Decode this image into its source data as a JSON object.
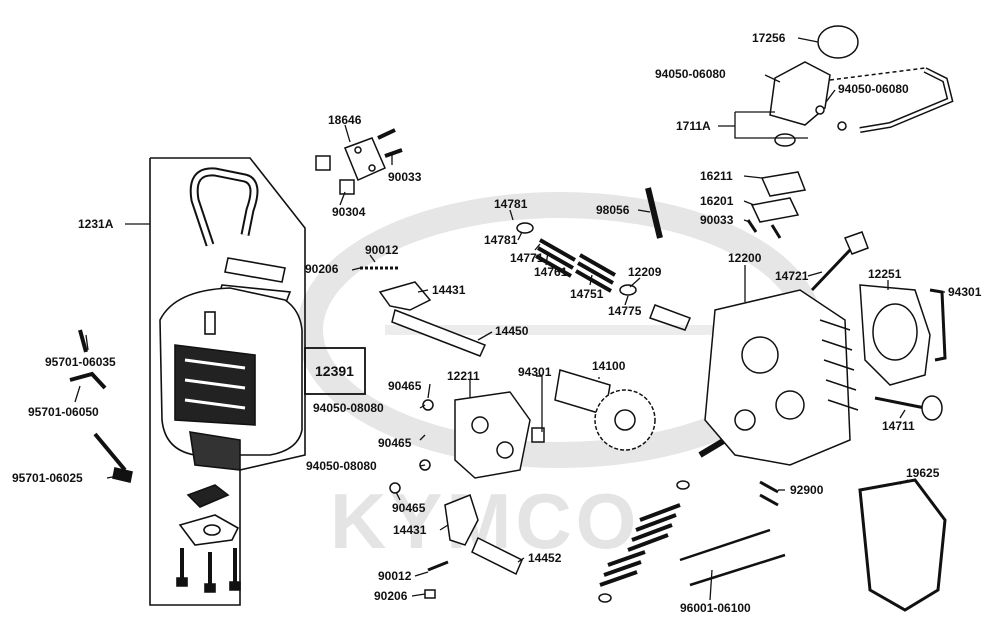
{
  "watermark": {
    "brand": "KYMCO"
  },
  "parts": [
    {
      "id": "p0",
      "code": "17256"
    },
    {
      "id": "p1",
      "code": "94050-06080"
    },
    {
      "id": "p2",
      "code": "94050-06080"
    },
    {
      "id": "p3",
      "code": "1711A"
    },
    {
      "id": "p4",
      "code": "18646"
    },
    {
      "id": "p5",
      "code": "90033"
    },
    {
      "id": "p6",
      "code": "90304"
    },
    {
      "id": "p7",
      "code": "16211"
    },
    {
      "id": "p8",
      "code": "16201"
    },
    {
      "id": "p9",
      "code": "90033"
    },
    {
      "id": "p10",
      "code": "14781"
    },
    {
      "id": "p11",
      "code": "14781"
    },
    {
      "id": "p12",
      "code": "14771"
    },
    {
      "id": "p13",
      "code": "14761"
    },
    {
      "id": "p14",
      "code": "98056"
    },
    {
      "id": "p15",
      "code": "1231A"
    },
    {
      "id": "p16",
      "code": "90012"
    },
    {
      "id": "p17",
      "code": "90206"
    },
    {
      "id": "p18",
      "code": "14431"
    },
    {
      "id": "p19",
      "code": "14450"
    },
    {
      "id": "p20",
      "code": "14751"
    },
    {
      "id": "p21",
      "code": "12209"
    },
    {
      "id": "p22",
      "code": "14775"
    },
    {
      "id": "p23",
      "code": "12200"
    },
    {
      "id": "p24",
      "code": "14721"
    },
    {
      "id": "p25",
      "code": "12251"
    },
    {
      "id": "p26",
      "code": "94301"
    },
    {
      "id": "p27",
      "code": "95701-06035"
    },
    {
      "id": "p28",
      "code": "12391"
    },
    {
      "id": "p29",
      "code": "12211"
    },
    {
      "id": "p30",
      "code": "94301"
    },
    {
      "id": "p31",
      "code": "14100"
    },
    {
      "id": "p32",
      "code": "90465"
    },
    {
      "id": "p33",
      "code": "94050-08080"
    },
    {
      "id": "p34",
      "code": "95701-06050"
    },
    {
      "id": "p35",
      "code": "90465"
    },
    {
      "id": "p36",
      "code": "94050-08080"
    },
    {
      "id": "p37",
      "code": "14711"
    },
    {
      "id": "p38",
      "code": "95701-06025"
    },
    {
      "id": "p39",
      "code": "90465"
    },
    {
      "id": "p40",
      "code": "92900"
    },
    {
      "id": "p41",
      "code": "19625"
    },
    {
      "id": "p42",
      "code": "14431"
    },
    {
      "id": "p43",
      "code": "14452"
    },
    {
      "id": "p44",
      "code": "90012"
    },
    {
      "id": "p45",
      "code": "90206"
    },
    {
      "id": "p46",
      "code": "96001-06100"
    }
  ]
}
